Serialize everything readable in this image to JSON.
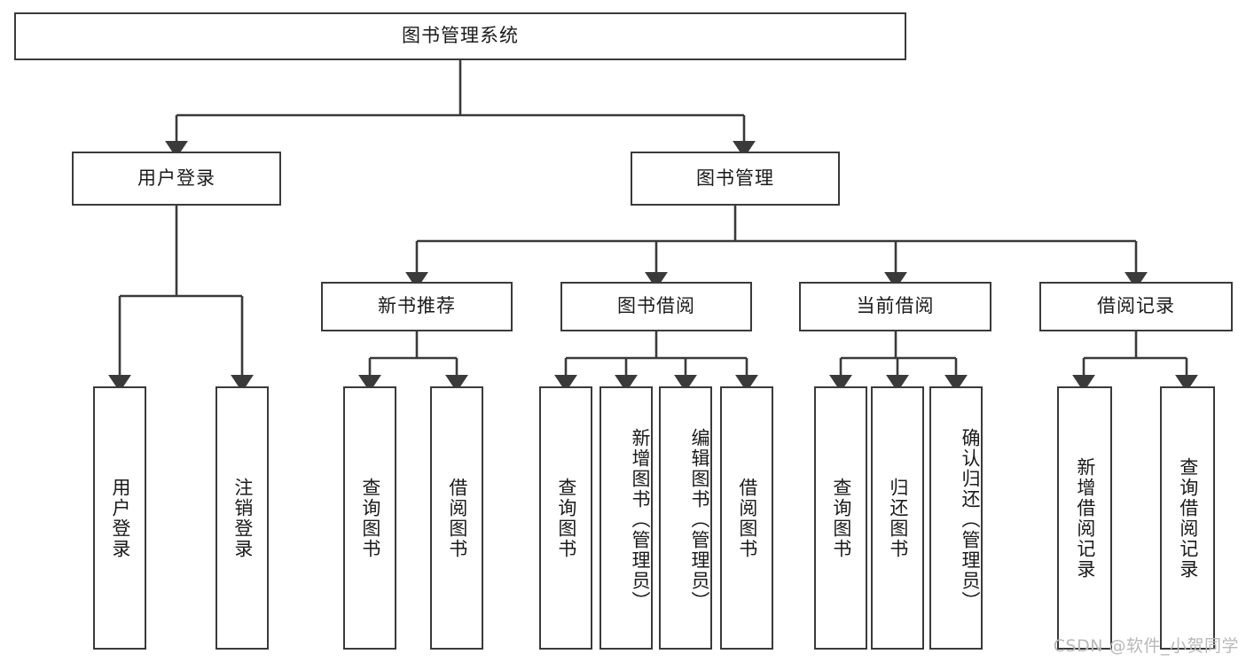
{
  "diagram": {
    "type": "tree-hierarchy",
    "title": "图书管理系统",
    "root": {
      "id": "root",
      "label": "图书管理系统"
    },
    "level2": [
      {
        "id": "user-login",
        "label": "用户登录"
      },
      {
        "id": "book-manage",
        "label": "图书管理"
      }
    ],
    "level3": [
      {
        "id": "new-book-recommend",
        "label": "新书推荐",
        "parent": "book-manage"
      },
      {
        "id": "book-borrow",
        "label": "图书借阅",
        "parent": "book-manage"
      },
      {
        "id": "current-borrow",
        "label": "当前借阅",
        "parent": "book-manage"
      },
      {
        "id": "borrow-record",
        "label": "借阅记录",
        "parent": "book-manage"
      }
    ],
    "leaves": {
      "user-login": [
        {
          "id": "leaf-user-login",
          "label": "用户登录"
        },
        {
          "id": "leaf-user-logout",
          "label": "注销登录"
        }
      ],
      "new-book-recommend": [
        {
          "id": "leaf-query-book-1",
          "label": "查询图书"
        },
        {
          "id": "leaf-borrow-book-1",
          "label": "借阅图书"
        }
      ],
      "book-borrow": [
        {
          "id": "leaf-query-book-2",
          "label": "查询图书"
        },
        {
          "id": "leaf-add-book",
          "label": "新增图书（管理员）"
        },
        {
          "id": "leaf-edit-book",
          "label": "编辑图书（管理员）"
        },
        {
          "id": "leaf-borrow-book-2",
          "label": "借阅图书"
        }
      ],
      "current-borrow": [
        {
          "id": "leaf-query-book-3",
          "label": "查询图书"
        },
        {
          "id": "leaf-return-book",
          "label": "归还图书"
        },
        {
          "id": "leaf-confirm-return",
          "label": "确认归还（管理员）"
        }
      ],
      "borrow-record": [
        {
          "id": "leaf-add-record",
          "label": "新增借阅记录"
        },
        {
          "id": "leaf-query-record",
          "label": "查询借阅记录"
        }
      ]
    },
    "watermark": "CSDN @软件_小贺同学",
    "colors": {
      "stroke": "#3a3a3a",
      "fill": "#ffffff",
      "text": "#1a1a1a",
      "watermark": "#b9b9b9"
    }
  }
}
